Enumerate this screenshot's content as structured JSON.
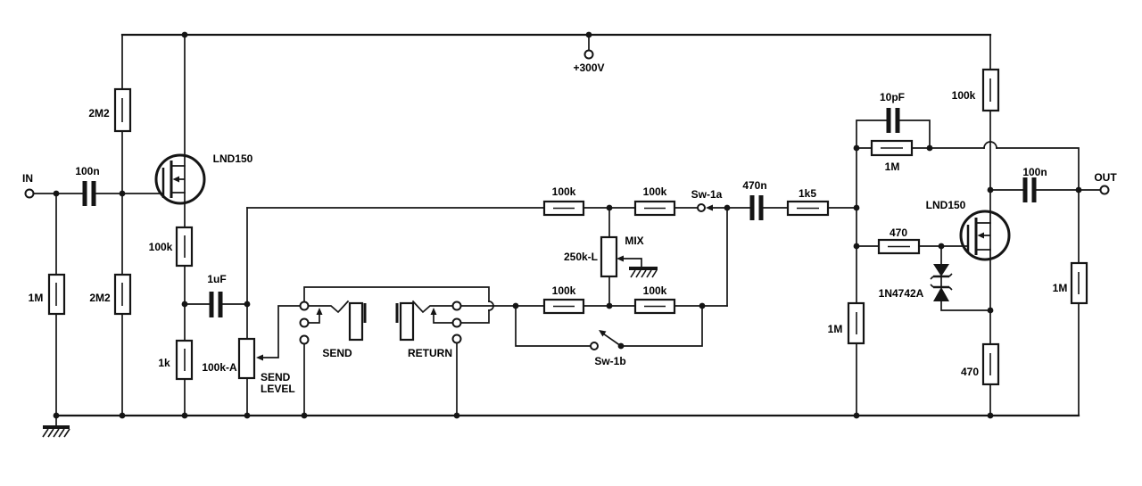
{
  "colors": {
    "line": "#151515",
    "background": "#ffffff",
    "text": "#000000"
  },
  "terminals": {
    "in": "IN",
    "out": "OUT",
    "supply": "+300V"
  },
  "stage1": {
    "r_input": "1M",
    "c_input": "100n",
    "r_gate_top": "2M2",
    "r_gate_bottom": "2M2",
    "transistor": "LND150",
    "r_source": "100k",
    "c_coupling": "1uF",
    "r_gnd": "1k"
  },
  "send_level": {
    "pot": "100k-A",
    "label_line1": "SEND",
    "label_line2": "LEVEL"
  },
  "jacks": {
    "send": "SEND",
    "return": "RETURN"
  },
  "mix": {
    "r_top_left": "100k",
    "r_top_right": "100k",
    "r_bottom_left": "100k",
    "r_bottom_right": "100k",
    "pot": "250k-L",
    "pot_name": "MIX",
    "switch_a": "Sw-1a",
    "switch_b": "Sw-1b"
  },
  "stage2": {
    "c_input": "470n",
    "r_series": "1k5",
    "c_feedback": "10pF",
    "r_feedback": "1M",
    "r_gate": "470",
    "zener": "1N4742A",
    "transistor": "LND150",
    "r_drain": "100k",
    "r_bias": "1M",
    "r_source": "470",
    "c_output": "100n",
    "r_output": "1M"
  }
}
